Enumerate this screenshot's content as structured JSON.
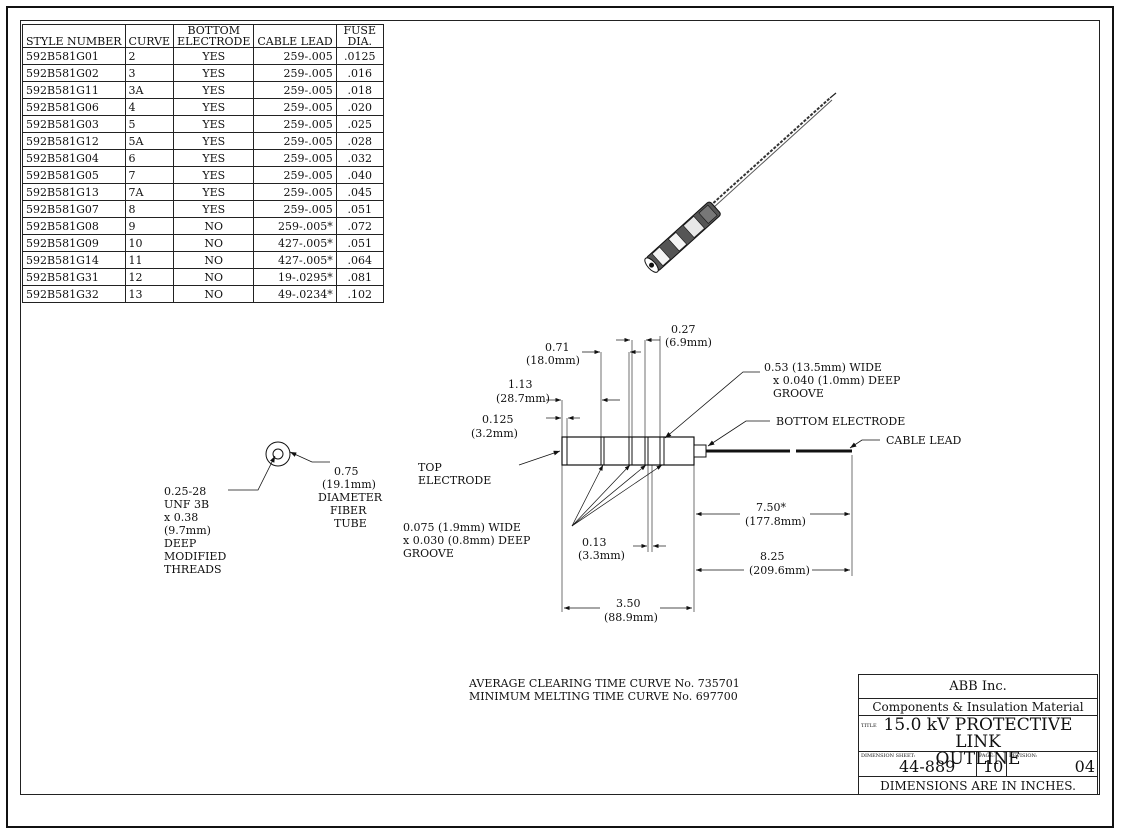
{
  "table": {
    "headers": {
      "style": "STYLE NUMBER",
      "curve": "CURVE",
      "electrode_top": "BOTTOM",
      "electrode_bottom": "ELECTRODE",
      "lead": "CABLE LEAD",
      "fuse_top": "FUSE",
      "fuse_bottom": "DIA."
    },
    "rows": [
      {
        "style": "592B581G01",
        "curve": "2",
        "electrode": "YES",
        "lead": "259-.005",
        "fuse": ".0125"
      },
      {
        "style": "592B581G02",
        "curve": "3",
        "electrode": "YES",
        "lead": "259-.005",
        "fuse": ".016"
      },
      {
        "style": "592B581G11",
        "curve": "3A",
        "electrode": "YES",
        "lead": "259-.005",
        "fuse": ".018"
      },
      {
        "style": "592B581G06",
        "curve": "4",
        "electrode": "YES",
        "lead": "259-.005",
        "fuse": ".020"
      },
      {
        "style": "592B581G03",
        "curve": "5",
        "electrode": "YES",
        "lead": "259-.005",
        "fuse": ".025"
      },
      {
        "style": "592B581G12",
        "curve": "5A",
        "electrode": "YES",
        "lead": "259-.005",
        "fuse": ".028"
      },
      {
        "style": "592B581G04",
        "curve": "6",
        "electrode": "YES",
        "lead": "259-.005",
        "fuse": ".032"
      },
      {
        "style": "592B581G05",
        "curve": "7",
        "electrode": "YES",
        "lead": "259-.005",
        "fuse": ".040"
      },
      {
        "style": "592B581G13",
        "curve": "7A",
        "electrode": "YES",
        "lead": "259-.005",
        "fuse": ".045"
      },
      {
        "style": "592B581G07",
        "curve": "8",
        "electrode": "YES",
        "lead": "259-.005",
        "fuse": ".051"
      },
      {
        "style": "592B581G08",
        "curve": "9",
        "electrode": "NO",
        "lead": "259-.005*",
        "fuse": ".072"
      },
      {
        "style": "592B581G09",
        "curve": "10",
        "electrode": "NO",
        "lead": "427-.005*",
        "fuse": ".051"
      },
      {
        "style": "592B581G14",
        "curve": "11",
        "electrode": "NO",
        "lead": "427-.005*",
        "fuse": ".064"
      },
      {
        "style": "592B581G31",
        "curve": "12",
        "electrode": "NO",
        "lead": "19-.0295*",
        "fuse": ".081"
      },
      {
        "style": "592B581G32",
        "curve": "13",
        "electrode": "NO",
        "lead": "49-.0234*",
        "fuse": ".102"
      }
    ]
  },
  "dims": {
    "d071": "0.71",
    "d071mm": "(18.0mm)",
    "d027": "0.27",
    "d027mm": "(6.9mm)",
    "d113": "1.13",
    "d113mm": "(28.7mm)",
    "d0125": "0.125",
    "d0125mm": "(3.2mm)",
    "groove_wide_1": "0.53 (13.5mm) WIDE",
    "groove_wide_2": "x 0.040 (1.0mm) DEEP",
    "groove_wide_3": "GROOVE",
    "bottom_electrode": "BOTTOM ELECTRODE",
    "cable_lead": "CABLE LEAD",
    "top_electrode_1": "TOP",
    "top_electrode_2": "ELECTRODE",
    "d750": "7.50*",
    "d750mm": "(177.8mm)",
    "d825": "8.25",
    "d825mm": "(209.6mm)",
    "groove_narrow_1": "0.075 (1.9mm) WIDE",
    "groove_narrow_2": "x 0.030 (0.8mm) DEEP",
    "groove_narrow_3": "GROOVE",
    "d013": "0.13",
    "d013mm": "(3.3mm)",
    "d350": "3.50",
    "d350mm": "(88.9mm)",
    "thread_1": "0.25-28",
    "thread_2": "UNF 3B",
    "thread_3": "x 0.38",
    "thread_4": "(9.7mm)",
    "thread_5": "DEEP",
    "thread_6": "MODIFIED",
    "thread_7": "THREADS",
    "tube_1": "0.75",
    "tube_2": "(19.1mm)",
    "tube_3": "DIAMETER",
    "tube_4": "FIBER",
    "tube_5": "TUBE"
  },
  "notes": {
    "line1": "AVERAGE CLEARING TIME CURVE No. 735701",
    "line2": "MINIMUM MELTING TIME CURVE No. 697700"
  },
  "title_block": {
    "company": "ABB Inc.",
    "division": "Components & Insulation Material",
    "title_tag": "TITLE",
    "title_1": "15.0 kV PROTECTIVE LINK",
    "title_2": "OUTLINE",
    "sheet_tag": "DIMENSION SHEET:",
    "sheet": "44-889",
    "page_tag": "PAGE:",
    "page": "10",
    "rev_tag": "REVISION:",
    "revision": "04",
    "footer": "DIMENSIONS ARE IN INCHES."
  }
}
